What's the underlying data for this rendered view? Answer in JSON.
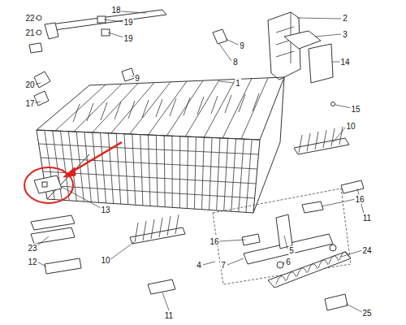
{
  "diagram": {
    "labels": [
      "22",
      "18",
      "19",
      "21",
      "19",
      "9",
      "2",
      "3",
      "14",
      "8",
      "9",
      "20",
      "17",
      "1",
      "15",
      "10",
      "16",
      "13",
      "11",
      "5",
      "16",
      "23",
      "24",
      "12",
      "10",
      "6",
      "4",
      "7",
      "11",
      "25"
    ]
  }
}
